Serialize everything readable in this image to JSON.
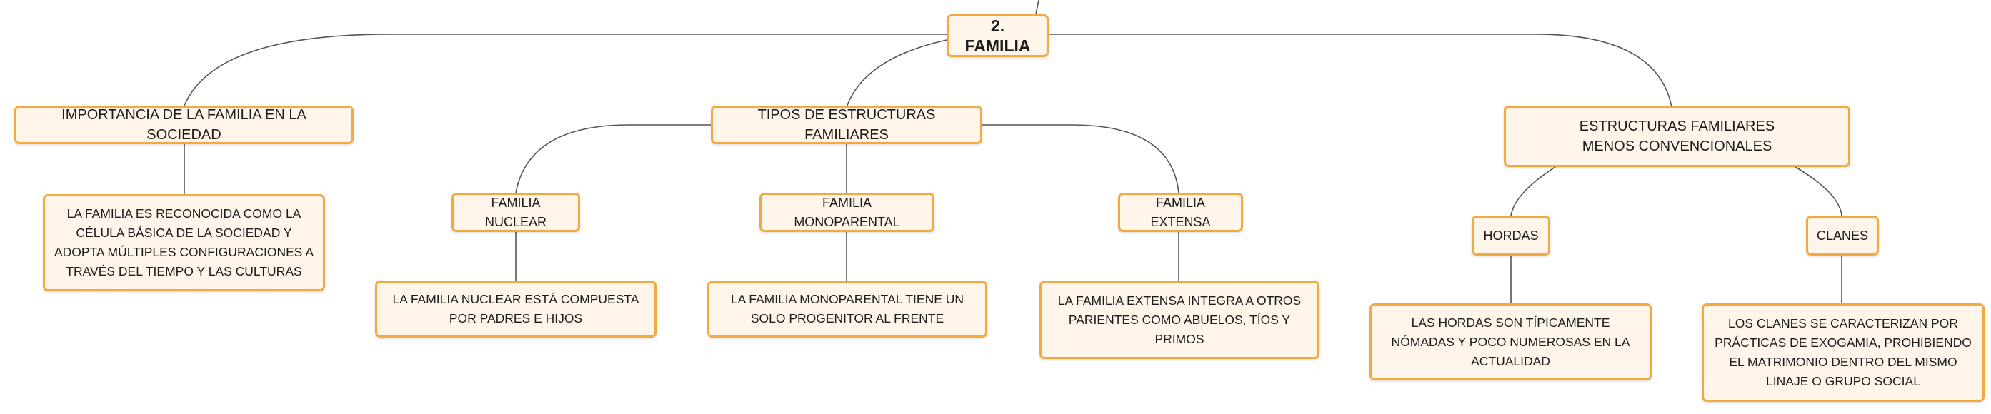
{
  "accent_color": "#f4a93f",
  "node_fill": "#fff5ea",
  "root": {
    "label": "2. FAMILIA"
  },
  "importancia": {
    "label": "IMPORTANCIA DE LA FAMILIA EN LA SOCIEDAD",
    "detail": "LA FAMILIA ES RECONOCIDA COMO LA CÉLULA BÁSICA DE LA SOCIEDAD Y ADOPTA MÚLTIPLES CONFIGURACIONES A TRAVÉS DEL TIEMPO Y LAS CULTURAS"
  },
  "tipos": {
    "label": "TIPOS DE ESTRUCTURAS FAMILIARES",
    "nuclear": {
      "label": "FAMILIA NUCLEAR",
      "detail": "LA FAMILIA NUCLEAR ESTÁ COMPUESTA POR PADRES E HIJOS"
    },
    "monoparental": {
      "label": "FAMILIA MONOPARENTAL",
      "detail": "LA FAMILIA MONOPARENTAL TIENE UN SOLO PROGENITOR AL FRENTE"
    },
    "extensa": {
      "label": "FAMILIA EXTENSA",
      "detail": "LA FAMILIA EXTENSA INTEGRA A OTROS PARIENTES COMO ABUELOS, TÍOS Y PRIMOS"
    }
  },
  "menos_convencionales": {
    "label": "ESTRUCTURAS FAMILIARES MENOS CONVENCIONALES",
    "hordas": {
      "label": "HORDAS",
      "detail": "LAS HORDAS SON TÍPICAMENTE NÓMADAS Y POCO NUMEROSAS EN LA ACTUALIDAD"
    },
    "clanes": {
      "label": "CLANES",
      "detail": "LOS CLANES SE CARACTERIZAN POR PRÁCTICAS DE EXOGAMIA, PROHIBIENDO EL MATRIMONIO DENTRO DEL MISMO LINAJE O GRUPO SOCIAL"
    }
  }
}
